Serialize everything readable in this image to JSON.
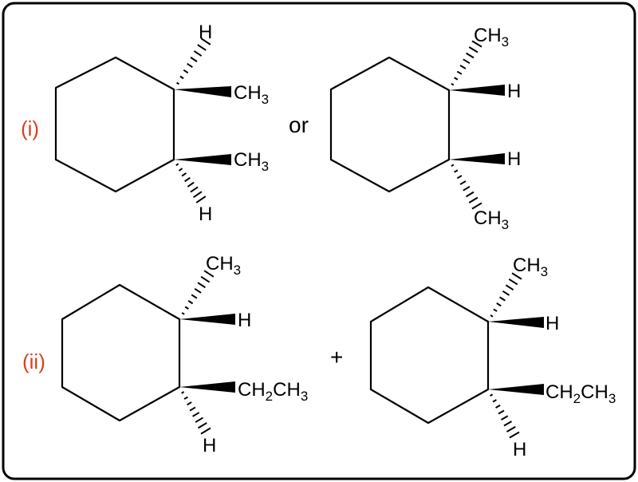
{
  "part_i": {
    "label": "(i)",
    "connector": "or",
    "left": {
      "top_hash": "H",
      "top_wedge": {
        "main": "CH",
        "sub": "3"
      },
      "bottom_wedge": {
        "main": "CH",
        "sub": "3"
      },
      "bottom_hash": "H"
    },
    "right": {
      "top_hash": {
        "main": "CH",
        "sub": "3"
      },
      "top_wedge": "H",
      "bottom_wedge": "H",
      "bottom_hash": {
        "main": "CH",
        "sub": "3"
      }
    }
  },
  "part_ii": {
    "label": "(ii)",
    "connector": "+",
    "left": {
      "top_hash": {
        "main": "CH",
        "sub": "3"
      },
      "top_wedge": "H",
      "bottom_wedge": {
        "a": "CH",
        "a_sub": "2",
        "b": "CH",
        "b_sub": "3"
      },
      "bottom_hash": "H"
    },
    "right": {
      "top_hash": {
        "main": "CH",
        "sub": "3"
      },
      "top_wedge": "H",
      "bottom_wedge": {
        "a": "CH",
        "a_sub": "2",
        "b": "CH",
        "b_sub": "3"
      },
      "bottom_hash": "H"
    }
  }
}
